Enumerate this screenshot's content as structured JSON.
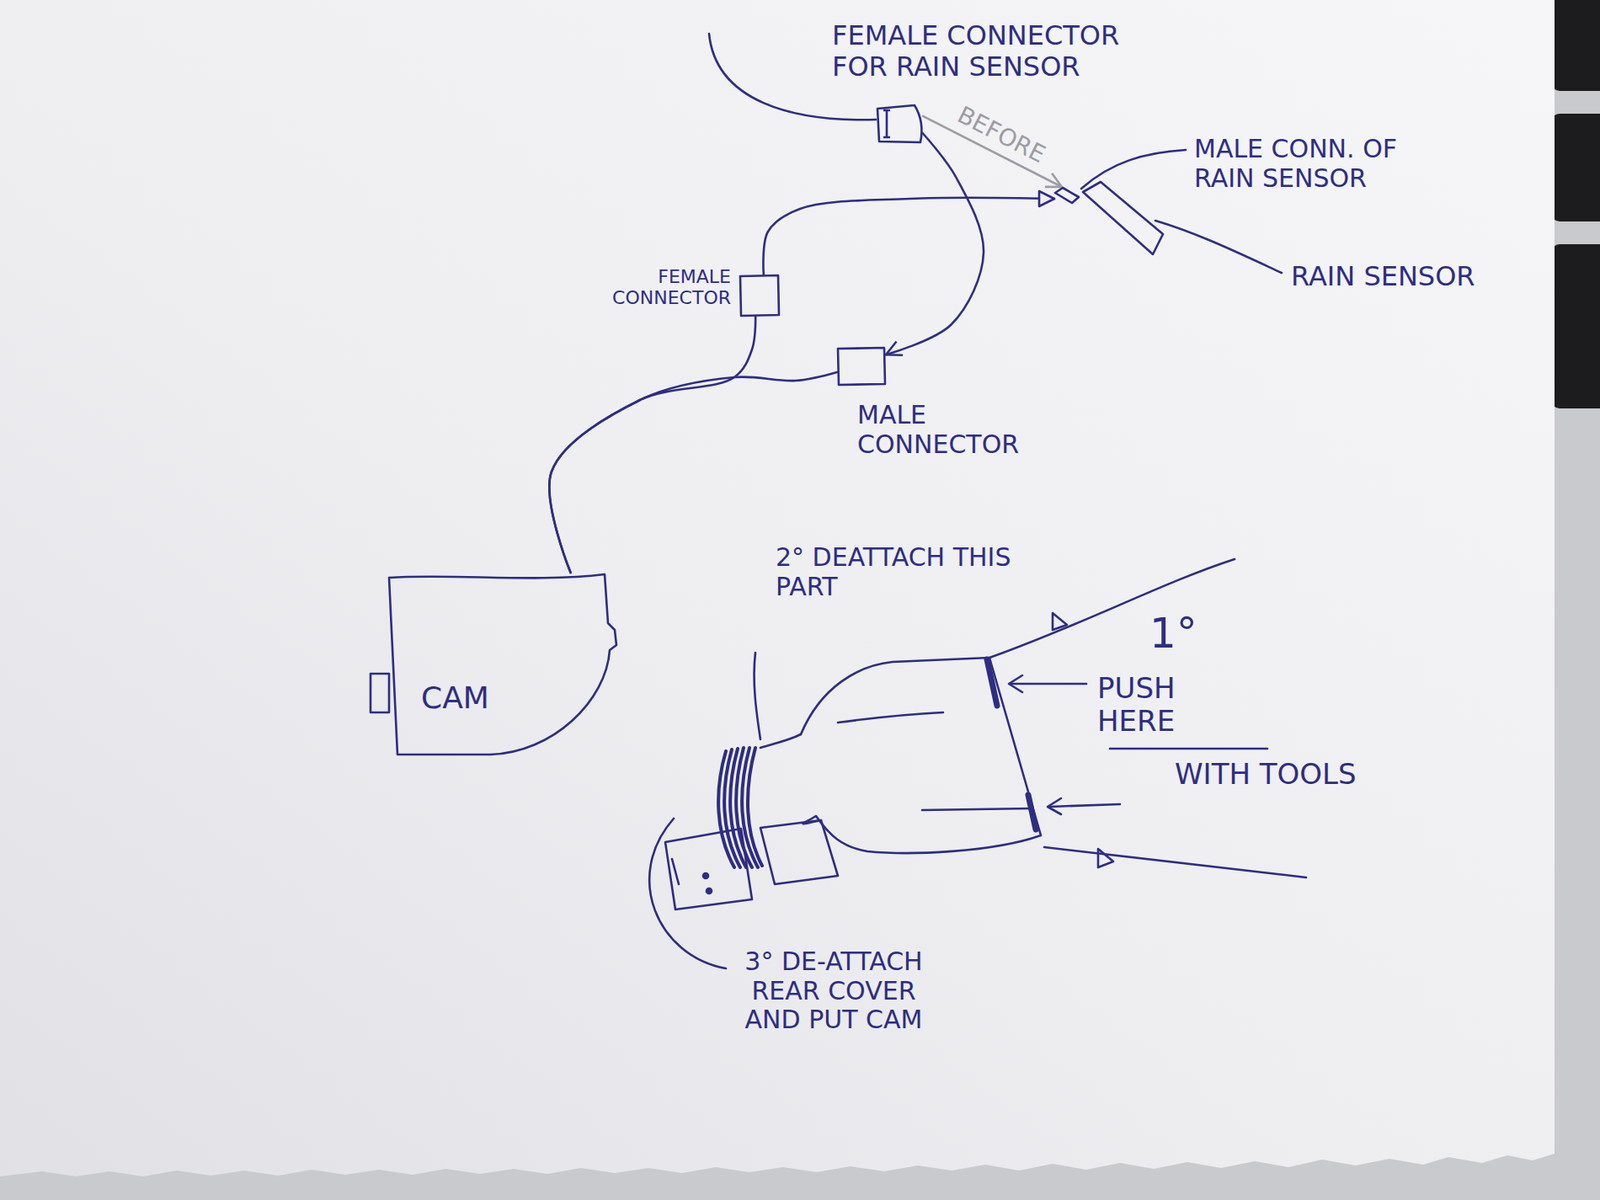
{
  "diagram": {
    "nodes": [
      {
        "text": [
          "FEMALE CONNECTOR FOR RAIN SENSOR"
        ]
      },
      {
        "text": [
          "MALE CONN. OF RAIN SENSOR"
        ]
      },
      {
        "text": [
          "RAIN SENSOR"
        ]
      },
      {
        "text": [
          "FEMALE CONNECTOR"
        ]
      },
      {
        "text": [
          "MALE CONNECTOR"
        ]
      },
      {
        "text": [
          "CAM"
        ]
      }
    ],
    "edges": [
      {
        "from": 0,
        "to": 1,
        "arrow": "to",
        "label": "BEFORE"
      },
      {
        "from": 3,
        "to": 1,
        "arrow": "to"
      },
      {
        "from": 0,
        "to": 4,
        "arrow": "to"
      },
      {
        "from": 5,
        "to": 3,
        "arrow": "none"
      },
      {
        "from": 5,
        "to": 4,
        "arrow": "none"
      }
    ],
    "labels": [
      "2° DEATTACH THIS PART",
      "1°",
      "PUSH HERE",
      "WITH TOOLS",
      "3° DE-ATTACH REAR COVER AND PUT CAM"
    ]
  }
}
